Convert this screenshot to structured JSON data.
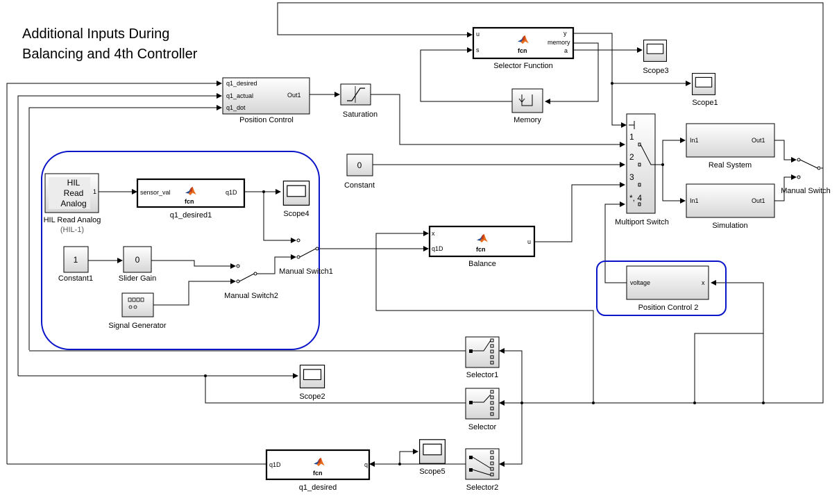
{
  "annotation": {
    "line1": "Additional Inputs During",
    "line2": "Balancing and 4th Controller"
  },
  "blocks": {
    "selector_function": {
      "label": "Selector Function",
      "in_u": "u",
      "in_s": "s",
      "out_y": "y",
      "out_memory": "memory",
      "out_a": "a",
      "fcn": "fcn"
    },
    "position_control": {
      "label": "Position Control",
      "in1": "q1_desired",
      "in2": "q1_actual",
      "in3": "q1_dot",
      "out": "Out1"
    },
    "saturation": {
      "label": "Saturation"
    },
    "memory": {
      "label": "Memory"
    },
    "scope3": {
      "label": "Scope3"
    },
    "scope1": {
      "label": "Scope1"
    },
    "constant": {
      "label": "Constant",
      "value": "0"
    },
    "multiport_switch": {
      "label": "Multiport Switch",
      "p1": "1",
      "p2": "2",
      "p3": "3",
      "p4": "*, 4"
    },
    "real_system": {
      "label": "Real System",
      "in": "In1",
      "out": "Out1"
    },
    "simulation": {
      "label": "Simulation",
      "in": "In1",
      "out": "Out1"
    },
    "manual_switch": {
      "label": "Manual Switch"
    },
    "hil_read_analog": {
      "label": "HIL Read Analog",
      "sublabel": "(HIL-1)",
      "icon_line1": "HIL",
      "icon_line2": "Read",
      "icon_line3": "Analog",
      "port": "1"
    },
    "q1_desired1": {
      "label": "q1_desired1",
      "in": "sensor_val",
      "out": "q1D",
      "fcn": "fcn"
    },
    "scope4": {
      "label": "Scope4"
    },
    "constant1": {
      "label": "Constant1",
      "value": "1"
    },
    "slider_gain": {
      "label": "Slider Gain",
      "value": "0"
    },
    "signal_generator": {
      "label": "Signal Generator"
    },
    "manual_switch1": {
      "label": "Manual Switch1"
    },
    "manual_switch2": {
      "label": "Manual Switch2"
    },
    "balance": {
      "label": "Balance",
      "in_x": "x",
      "in_q1d": "q1D",
      "out": "u",
      "fcn": "fcn"
    },
    "position_control_2": {
      "label": "Position Control 2",
      "in": "voltage",
      "out": "x"
    },
    "selector1": {
      "label": "Selector1"
    },
    "selector": {
      "label": "Selector"
    },
    "selector2": {
      "label": "Selector2"
    },
    "scope2": {
      "label": "Scope2"
    },
    "scope5": {
      "label": "Scope5"
    },
    "q1_desired": {
      "label": "q1_desired",
      "in": "q1D",
      "out": "q",
      "fcn": "fcn"
    }
  },
  "colors": {
    "highlight": "#0a14c8",
    "block_gray": "#e6e6e6",
    "matlab_orange": "#e66a1e",
    "matlab_blue": "#1f4e9c"
  }
}
